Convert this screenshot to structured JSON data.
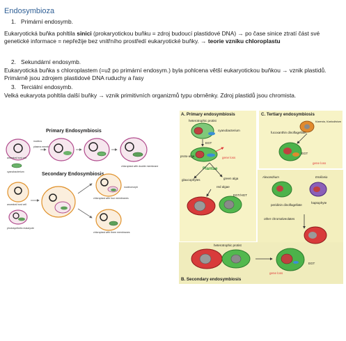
{
  "title": "Endosymbioza",
  "items": [
    {
      "num": "1.",
      "label": "Primární endosymb."
    },
    {
      "num": "2.",
      "label": "Sekundární endosymb."
    },
    {
      "num": "3.",
      "label": "Terciální endosymb."
    }
  ],
  "para1": {
    "pre": "Eukaryotická buňka pohltila ",
    "bold1": "sinici",
    "mid": " (prokaryotickou buňku = zdroj budoucí plastidové DNA) → po čase sinice ztratí část své genetické informace = nepřežije bez vnitřního prostředí eukaryotické buňky. → ",
    "bold2": "teorie vzniku chloroplastu"
  },
  "para2": "Eukaryotická buňka s chloroplastem (=už po primární endosym.) byla pohlcena větší eukaryotickou buňkou → vznik plastidů. Primárně jsou zdrojem plastidové DNA ruduchy a řasy",
  "para3": "Velká eukaryota pohltila další buňky → vznik primitivních organizmů typu obrněnky. Zdroj plastidů jsou chromista.",
  "left_figure": {
    "primary_title": "Primary Endosymbiosis",
    "secondary_title": "Secondary Endosymbiosis",
    "labels": {
      "nucleus": "nucleus",
      "plasma": "plasma membrane",
      "cyano": "cyanobacterium",
      "ancestral": "ancestral host cell",
      "photo_euk": "photosynthetic eukaryote",
      "nucleomorph": "nucleomorph",
      "chloroplast": "chloroplast with four membranes",
      "chloro3": "chloroplast with three membranes",
      "double": "chloroplast with double membrane"
    }
  },
  "right_figure": {
    "a_title": "A. Primary endosymbiosis",
    "c_title": "C. Tertiary endosymbiosis",
    "b_title": "B. Secondary endosymbiosis",
    "labels": {
      "heterotrophic": "heterotrophic protist",
      "cyanobacterium": "cyanobacterium",
      "egt": "EGT",
      "proto_alga": "proto-alga",
      "gene_loss": "gene loss",
      "plantae": "Plantae",
      "glaucophytes": "glaucophytes",
      "green_alga": "green alga",
      "red_alga": "red algae",
      "egt_hgt": "EGT/HGT",
      "fucoxanthin": "fucoxanthin dinoflagellate",
      "karenia": "Karenia, Karlodinium",
      "alexandrium": "Alexandrium",
      "emiliania": "Emiliania",
      "peridinin": "peridinin dinoflagellate",
      "haptophyte": "haptophyte",
      "other": "other chromalveolates",
      "hetero2": "heterotrophic protist"
    }
  },
  "colors": {
    "title": "#2f5f95",
    "red_arrow": "#e03a3a",
    "plantae": "#2b9a3a",
    "panel_bg": "#f3efbe"
  }
}
